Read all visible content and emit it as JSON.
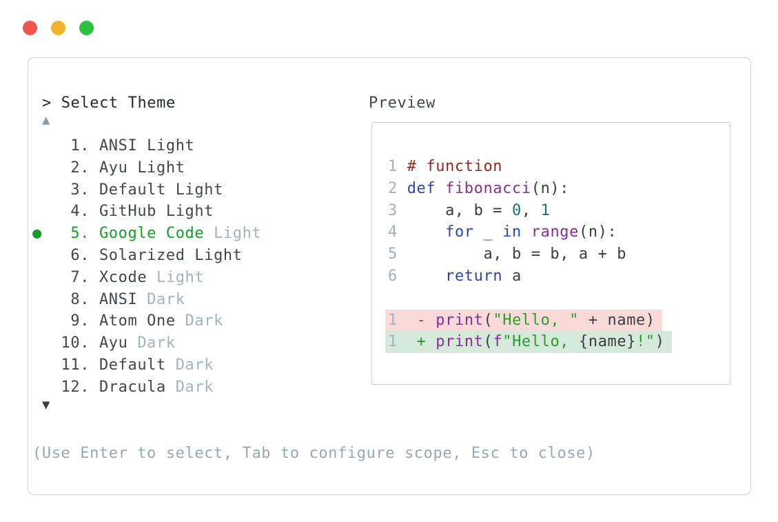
{
  "window": {
    "traffic_lights": [
      {
        "name": "close-button",
        "color_key": "traffic_red"
      },
      {
        "name": "minimize-button",
        "color_key": "traffic_yellow"
      },
      {
        "name": "zoom-button",
        "color_key": "traffic_green"
      }
    ]
  },
  "picker": {
    "prompt": "> Select Theme",
    "scroll_up_indicator": "▲",
    "scroll_down_indicator": "▼",
    "selected_bullet": "●",
    "items": [
      {
        "num": "1.",
        "name": "ANSI Light",
        "suffix": "",
        "selected": false
      },
      {
        "num": "2.",
        "name": "Ayu Light",
        "suffix": "",
        "selected": false
      },
      {
        "num": "3.",
        "name": "Default Light",
        "suffix": "",
        "selected": false
      },
      {
        "num": "4.",
        "name": "GitHub Light",
        "suffix": "",
        "selected": false
      },
      {
        "num": "5.",
        "name": "Google Code",
        "suffix": "Light",
        "selected": true
      },
      {
        "num": "6.",
        "name": "Solarized Light",
        "suffix": "",
        "selected": false
      },
      {
        "num": "7.",
        "name": "Xcode",
        "suffix": "Light",
        "selected": false
      },
      {
        "num": "8.",
        "name": "ANSI",
        "suffix": "Dark",
        "selected": false
      },
      {
        "num": "9.",
        "name": "Atom One",
        "suffix": "Dark",
        "selected": false
      },
      {
        "num": "10.",
        "name": "Ayu",
        "suffix": "Dark",
        "selected": false
      },
      {
        "num": "11.",
        "name": "Default",
        "suffix": "Dark",
        "selected": false
      },
      {
        "num": "12.",
        "name": "Dracula",
        "suffix": "Dark",
        "selected": false
      }
    ],
    "help_text": "(Use Enter to select, Tab to configure scope, Esc to close)"
  },
  "preview": {
    "title": "Preview",
    "code_lines": [
      {
        "number": "1",
        "segments": [
          {
            "t": "# function",
            "c": "comment"
          }
        ]
      },
      {
        "number": "2",
        "segments": [
          {
            "t": "def",
            "c": "kw"
          },
          {
            "t": " ",
            "c": "def"
          },
          {
            "t": "fibonacci",
            "c": "fn"
          },
          {
            "t": "(n):",
            "c": "def"
          }
        ]
      },
      {
        "number": "3",
        "segments": [
          {
            "t": "    a, b = ",
            "c": "def"
          },
          {
            "t": "0",
            "c": "num"
          },
          {
            "t": ", ",
            "c": "def"
          },
          {
            "t": "1",
            "c": "num"
          }
        ]
      },
      {
        "number": "4",
        "segments": [
          {
            "t": "    ",
            "c": "def"
          },
          {
            "t": "for",
            "c": "kw"
          },
          {
            "t": " _ ",
            "c": "def"
          },
          {
            "t": "in",
            "c": "kw"
          },
          {
            "t": " ",
            "c": "def"
          },
          {
            "t": "range",
            "c": "fn"
          },
          {
            "t": "(n):",
            "c": "def"
          }
        ]
      },
      {
        "number": "5",
        "segments": [
          {
            "t": "        a, b = b, a + b",
            "c": "def"
          }
        ]
      },
      {
        "number": "6",
        "segments": [
          {
            "t": "    ",
            "c": "def"
          },
          {
            "t": "return",
            "c": "kw"
          },
          {
            "t": " a",
            "c": "def"
          }
        ]
      }
    ],
    "diff_lines": [
      {
        "number": "1",
        "type": "removed",
        "segments": [
          {
            "t": " ",
            "c": "def"
          },
          {
            "t": "-",
            "c": "minus"
          },
          {
            "t": " ",
            "c": "def"
          },
          {
            "t": "print",
            "c": "fn"
          },
          {
            "t": "(",
            "c": "def"
          },
          {
            "t": "\"Hello, \"",
            "c": "str"
          },
          {
            "t": " + name)",
            "c": "def"
          }
        ]
      },
      {
        "number": "1",
        "type": "added",
        "segments": [
          {
            "t": " ",
            "c": "def"
          },
          {
            "t": "+",
            "c": "plus"
          },
          {
            "t": " ",
            "c": "def"
          },
          {
            "t": "print",
            "c": "fn"
          },
          {
            "t": "(",
            "c": "def"
          },
          {
            "t": "f",
            "c": "fn"
          },
          {
            "t": "\"Hello, ",
            "c": "str"
          },
          {
            "t": "{name}",
            "c": "def"
          },
          {
            "t": "!\"",
            "c": "str"
          },
          {
            "t": ")",
            "c": "def"
          }
        ]
      }
    ]
  },
  "colors": {
    "traffic_red": "#f1554d",
    "traffic_yellow": "#f2b32b",
    "traffic_green": "#2ac23f",
    "selected_green": "#149e27",
    "item": "#42474d",
    "dim": "#a6b1c2",
    "prompt": "#24282e",
    "help": "#9ba6b6",
    "up_arrow": "#8c99ad",
    "down_arrow": "#393d42",
    "lineno": "#a4aebf",
    "comment": "#93281e",
    "kw": "#2a44bb",
    "fn": "#8a2e97",
    "num": "#1d6f66",
    "str": "#2f9b2f",
    "def": "#3a3e44",
    "minus": "#c03a2e",
    "plus": "#22922f",
    "removed_bg": "#f9dad8",
    "added_bg": "#d5e9da",
    "panel_border": "#ced3da",
    "box_border": "#c9ced6"
  }
}
